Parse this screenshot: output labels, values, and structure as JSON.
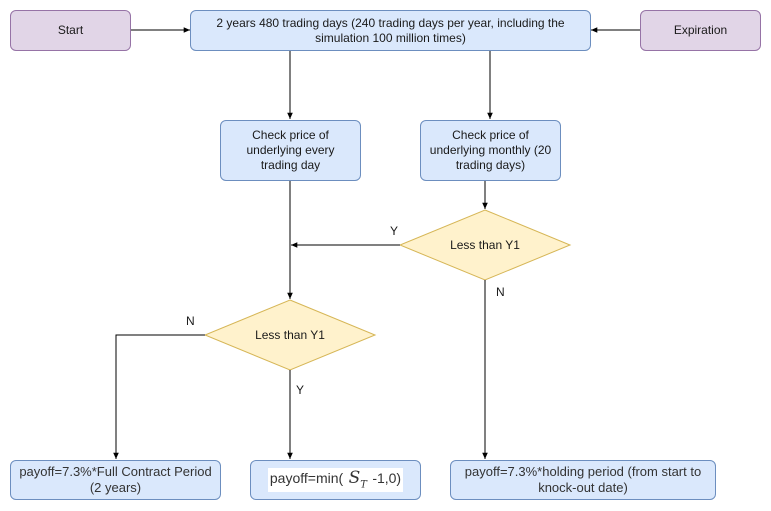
{
  "nodes": {
    "start": "Start",
    "simulation": "2 years 480 trading days (240 trading days per year, including the simulation 100 million times)",
    "expiration": "Expiration",
    "check_daily": "Check price of underlying every trading day",
    "check_monthly": "Check price of underlying monthly (20 trading days)",
    "less_than_y1_right": "Less than Y1",
    "less_than_y1_left": "Less than Y1",
    "payoff_full": "payoff=7.3%*Full Contract Period (2 years)",
    "payoff_min_prefix": "payoff=min(",
    "payoff_min_symbol": "S",
    "payoff_min_subscript": "T",
    "payoff_min_suffix": "-1,0)",
    "payoff_holding": "payoff=7.3%*holding period (from start to knock-out date)"
  },
  "edge_labels": {
    "right_yes": "Y",
    "right_no": "N",
    "left_no": "N",
    "left_yes": "Y"
  },
  "colors": {
    "purple_fill": "#e1d5e7",
    "purple_stroke": "#9673a6",
    "blue_fill": "#dae8fc",
    "blue_stroke": "#6c8ebf",
    "diamond_fill": "#fff2cc",
    "diamond_stroke": "#d6b656",
    "edge": "#000000"
  }
}
